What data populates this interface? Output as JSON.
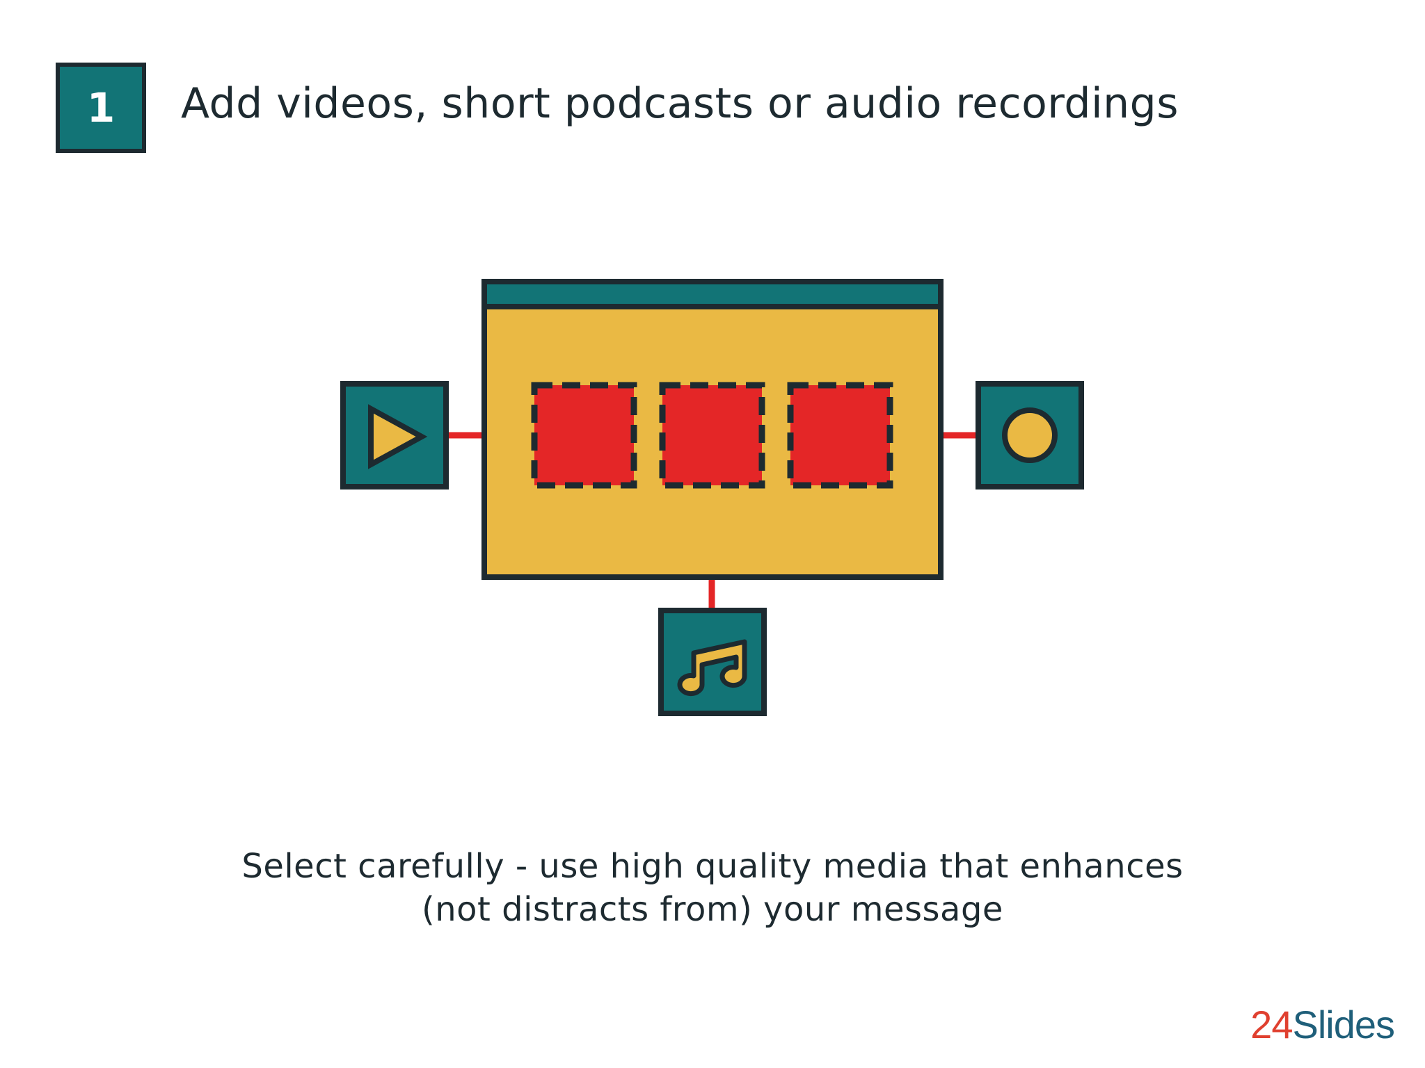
{
  "header": {
    "step_number": "1",
    "title": "Add videos, short podcasts or audio recordings"
  },
  "caption": {
    "line1": "Select carefully - use high quality media that enhances",
    "line2": "(not distracts from) your message"
  },
  "brand": {
    "number": "24",
    "word": "Slides"
  },
  "icons": {
    "left": "play-icon",
    "right": "record-icon",
    "bottom": "music-note-icon"
  },
  "colors": {
    "teal": "#127476",
    "mustard": "#eab944",
    "red": "#e42627",
    "outline": "#1d2a30",
    "brand_red": "#e0402f",
    "brand_blue": "#1f5f7a"
  }
}
